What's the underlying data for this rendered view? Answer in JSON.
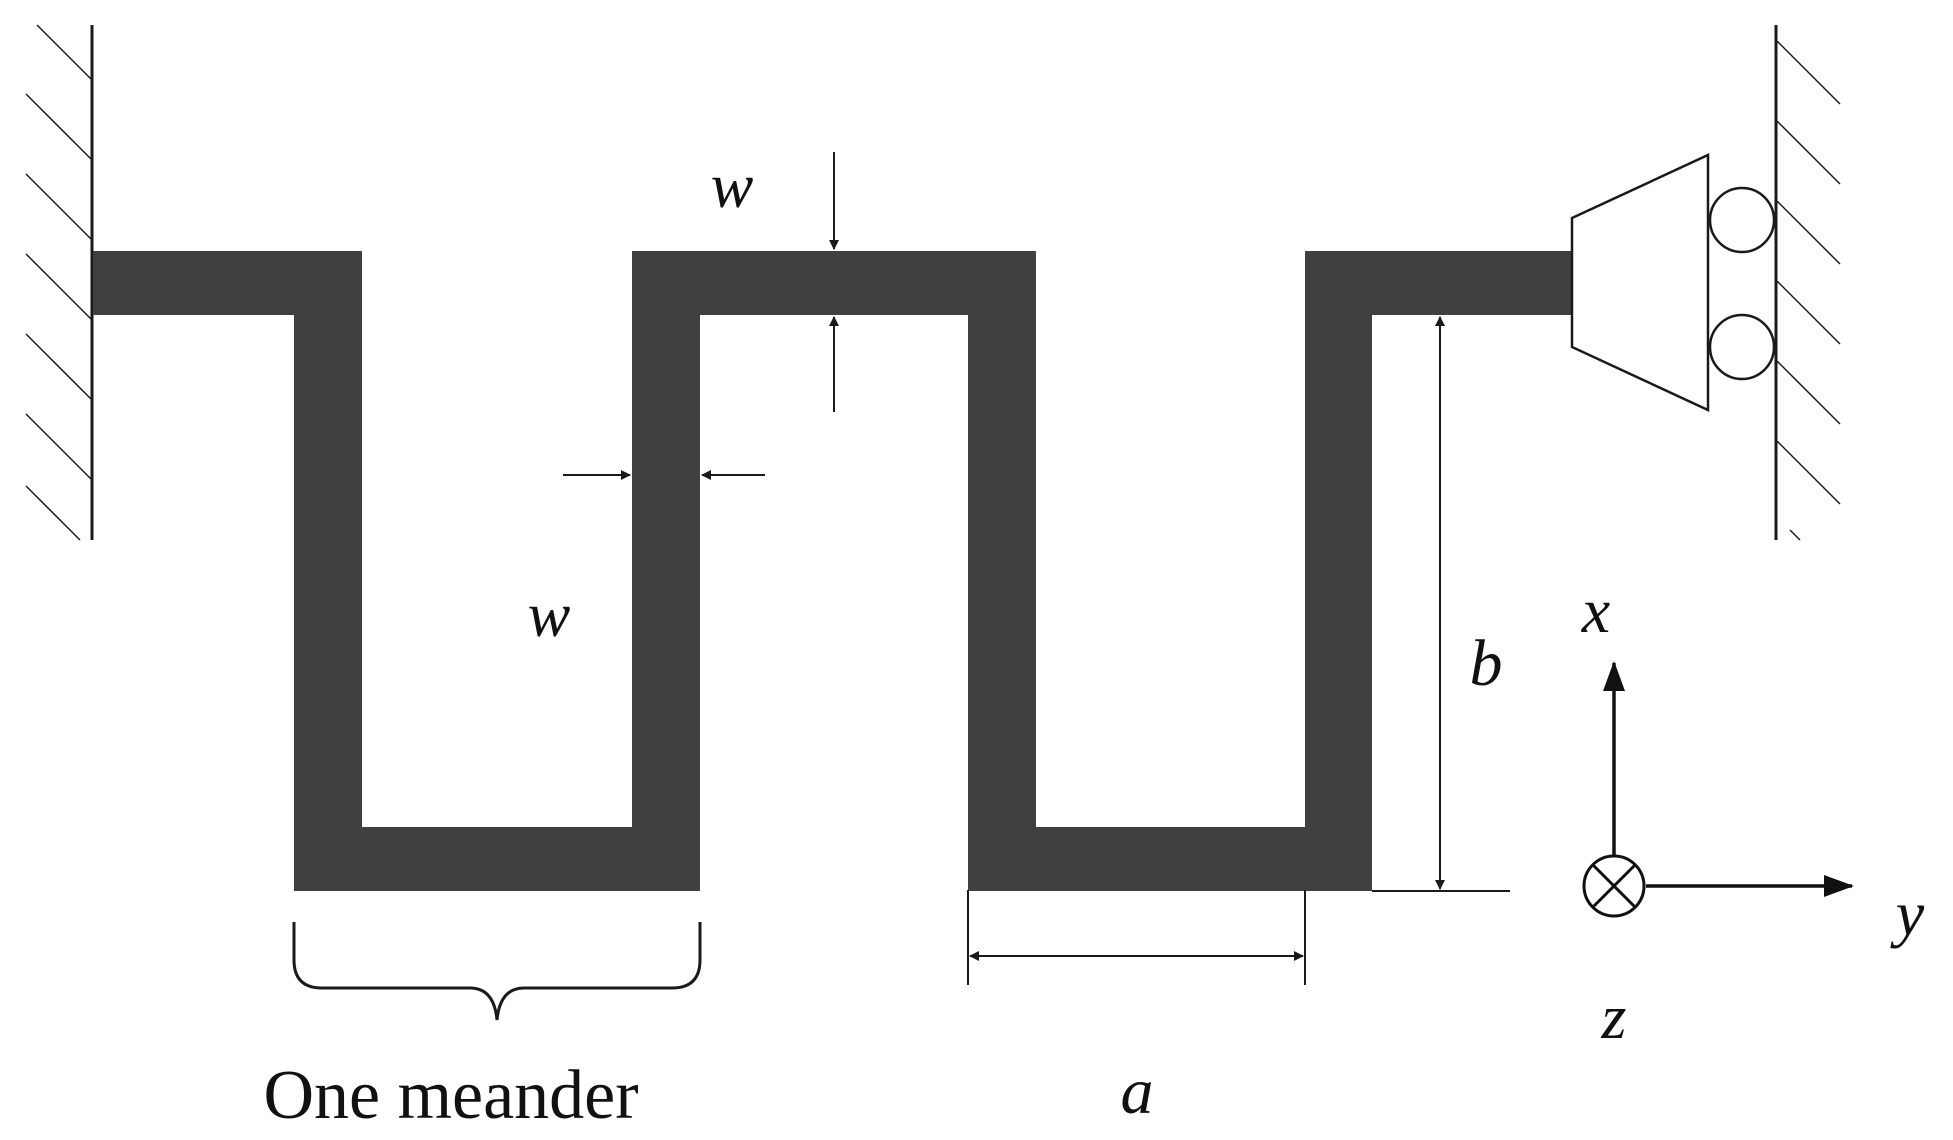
{
  "colors": {
    "beam": "#404040",
    "line": "#1a1a1a",
    "background": "#ffffff"
  },
  "labels": {
    "width_top": "w",
    "width_side": "w",
    "length_a": "a",
    "height_b": "b",
    "one_meander": "One meander",
    "axis_x": "x",
    "axis_y": "y",
    "axis_z": "z"
  },
  "icons": {
    "fixed_support": "hatched-wall-icon",
    "roller_support": "roller-guide-icon",
    "axis_z_into_page": "circle-cross-icon"
  }
}
